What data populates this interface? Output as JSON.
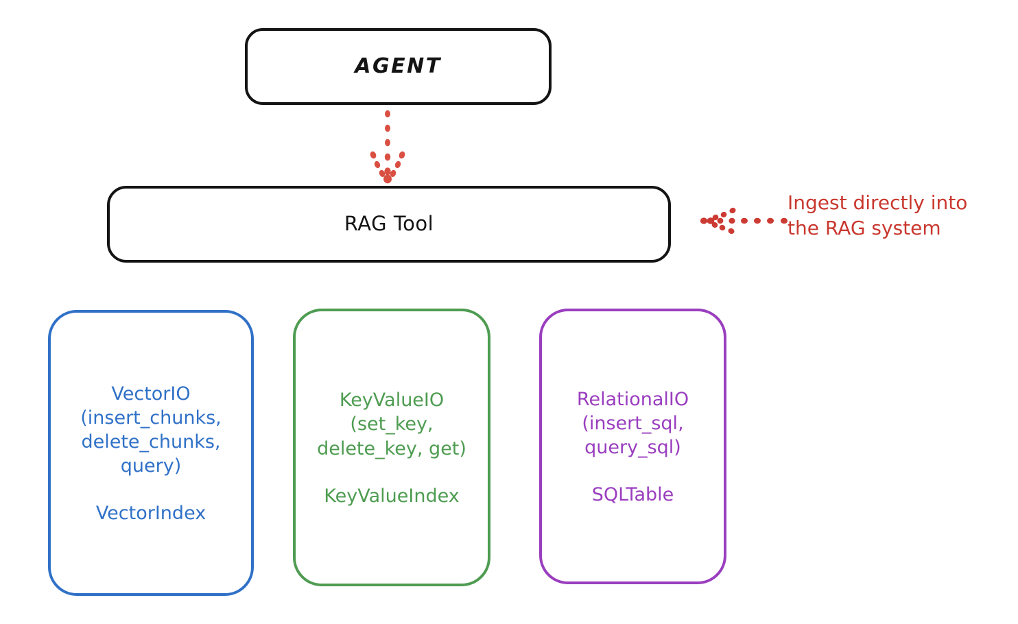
{
  "diagram": {
    "background_color": "#ffffff",
    "nodes": {
      "agent": {
        "label": "AGENT",
        "color": "#141414"
      },
      "rag_tool": {
        "label": "RAG Tool",
        "color": "#141414"
      },
      "vectorio": {
        "api_label": "VectorIO\n(insert_chunks,\ndelete_chunks,\nquery)",
        "index_label": "VectorIndex",
        "color": "#3071C7"
      },
      "keyvalueio": {
        "api_label": "KeyValueIO\n(set_key,\ndelete_key, get)",
        "index_label": "KeyValueIndex",
        "color": "#4E9C51"
      },
      "relationalio": {
        "api_label": "RelationalIO\n(insert_sql,\nquery_sql)",
        "index_label": "SQLTable",
        "color": "#9A3EBF"
      }
    },
    "annotations": {
      "ingest_note": {
        "text": "Ingest directly into\nthe RAG system",
        "color": "#C9382F"
      }
    },
    "connectors": {
      "agent_to_rag": {
        "icon": "dotted-down-arrow-icon",
        "color": "#C9382F",
        "direction": "down"
      },
      "ingest_into_rag": {
        "icon": "dotted-left-arrow-icon",
        "color": "#C9382F",
        "direction": "left"
      }
    }
  }
}
